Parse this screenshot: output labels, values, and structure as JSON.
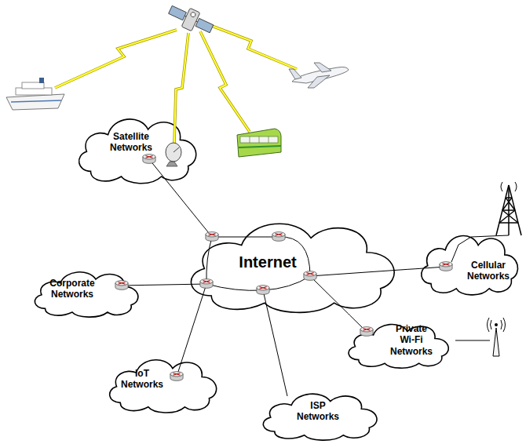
{
  "diagram": {
    "nodes": [
      {
        "text": [
          "Satellite Networks"
        ]
      },
      {
        "text": [
          "Internet"
        ]
      },
      {
        "text": [
          "Corporate Networks"
        ]
      },
      {
        "text": [
          "Cellular Networks"
        ]
      },
      {
        "text": [
          "Private Wi-Fi Networks"
        ]
      },
      {
        "text": [
          "IoT Networks"
        ]
      },
      {
        "text": [
          "ISP Networks"
        ]
      }
    ],
    "edges": [
      {
        "from": 0,
        "to": 1,
        "arrow": "none"
      },
      {
        "from": 2,
        "to": 1,
        "arrow": "none"
      },
      {
        "from": 3,
        "to": 1,
        "arrow": "none"
      },
      {
        "from": 4,
        "to": 1,
        "arrow": "none"
      },
      {
        "from": 5,
        "to": 1,
        "arrow": "none"
      },
      {
        "from": 6,
        "to": 1,
        "arrow": "none"
      }
    ]
  }
}
